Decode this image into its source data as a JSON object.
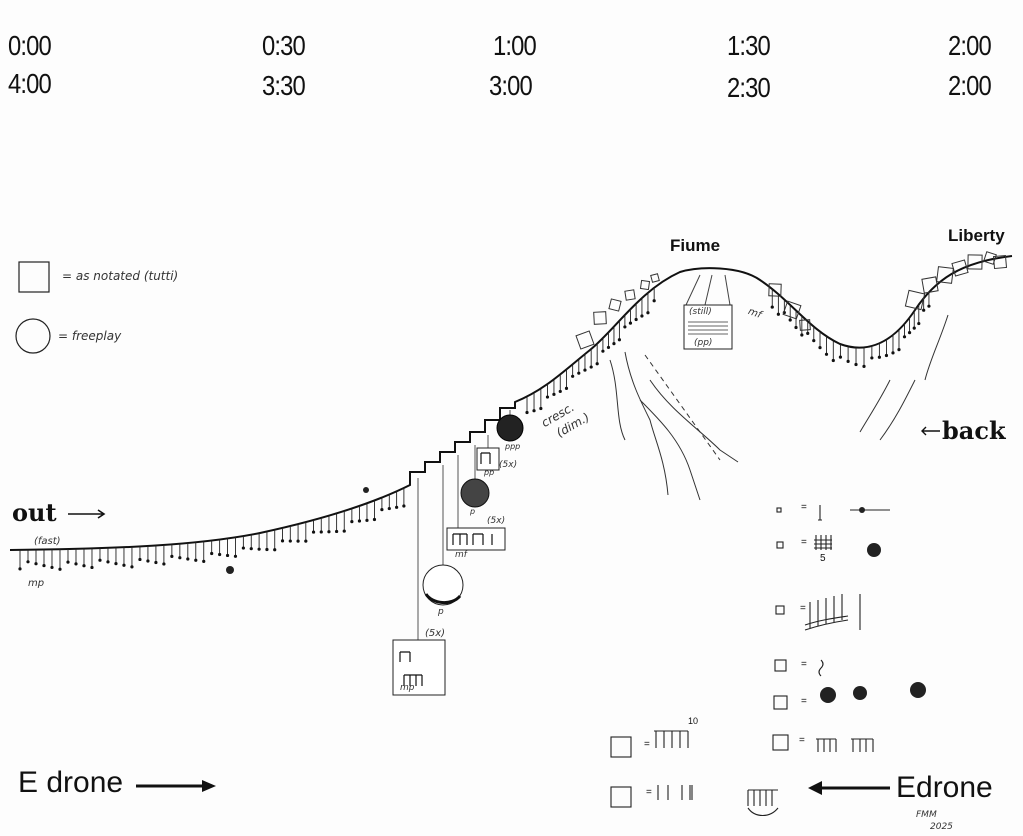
{
  "timeline": {
    "top_row": [
      "0:00",
      "0:30",
      "1:00",
      "1:30",
      "2:00"
    ],
    "bottom_row": [
      "4:00",
      "3:30",
      "3:00",
      "2:30",
      "2:00"
    ]
  },
  "legend": {
    "square": "= as notated (tutti)",
    "circle": "= freeplay"
  },
  "labels": {
    "out": "out",
    "back": "back",
    "fiume": "Fiume",
    "liberty": "Liberty",
    "fast": "(fast)",
    "start_dynamic": "mp",
    "cresc": "cresc.",
    "dim": "(dim.)",
    "still": "(still)",
    "still_dynamic": "(pp)",
    "fiume_dynamic": "mf",
    "e_drone_left": "E drone",
    "e_drone_right": "Edrone",
    "signature": "FMM",
    "year": "2025"
  },
  "stair_cues": [
    {
      "shape": "square",
      "dynamic": "mp",
      "repeat": "(5x)"
    },
    {
      "shape": "circle",
      "dynamic": "p"
    },
    {
      "shape": "square",
      "dynamic": "mf",
      "repeat": "(5x)"
    },
    {
      "shape": "circle",
      "dynamic": "p"
    },
    {
      "shape": "square",
      "dynamic": "pp",
      "repeat": "(5x)"
    },
    {
      "shape": "circle",
      "dynamic": "ppp"
    }
  ],
  "key": {
    "equals": "=",
    "quintuplet": "5",
    "dectuplet": "10"
  }
}
